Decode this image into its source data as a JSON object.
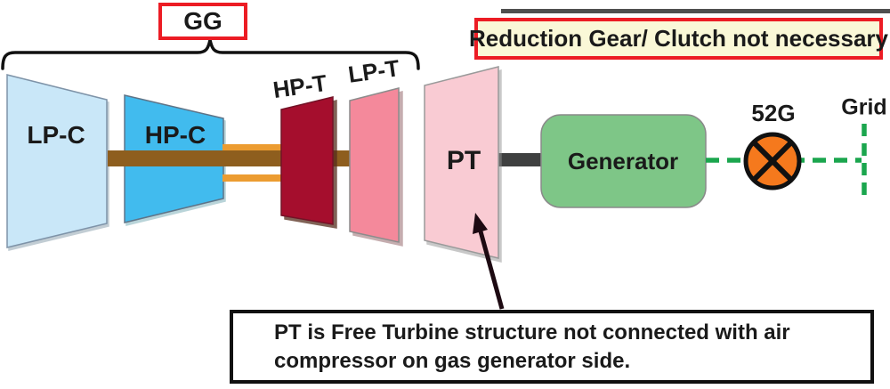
{
  "gg_box": {
    "label": "GG"
  },
  "banner": {
    "label": "Reduction Gear/ Clutch not necessary"
  },
  "components": {
    "lp_compressor": "LP-C",
    "hp_compressor": "HP-C",
    "hp_turbine": "HP-T",
    "lp_turbine": "LP-T",
    "power_turbine": "PT",
    "generator": "Generator",
    "breaker": "52G",
    "grid": "Grid"
  },
  "note": {
    "line1": "PT is Free Turbine structure not connected with air",
    "line2": "compressor on gas generator side."
  },
  "colors": {
    "lp_compressor_fill": "#C9E7F8",
    "hp_compressor_fill": "#41BBEE",
    "hp_turbine_fill": "#A50E2D",
    "lp_turbine_fill": "#F4899B",
    "power_turbine_fill": "#F9CBD3",
    "generator_fill": "#7EC687",
    "breaker_fill": "#F5791D",
    "electric_line": "#1BA64E",
    "gg_shaft": "#8E5E1E",
    "hp_spool_shaft": "#EC9C31",
    "pt_shaft": "#3F4040",
    "highlight_border": "#EC1C24",
    "banner_fill": "#FAF8D7"
  }
}
